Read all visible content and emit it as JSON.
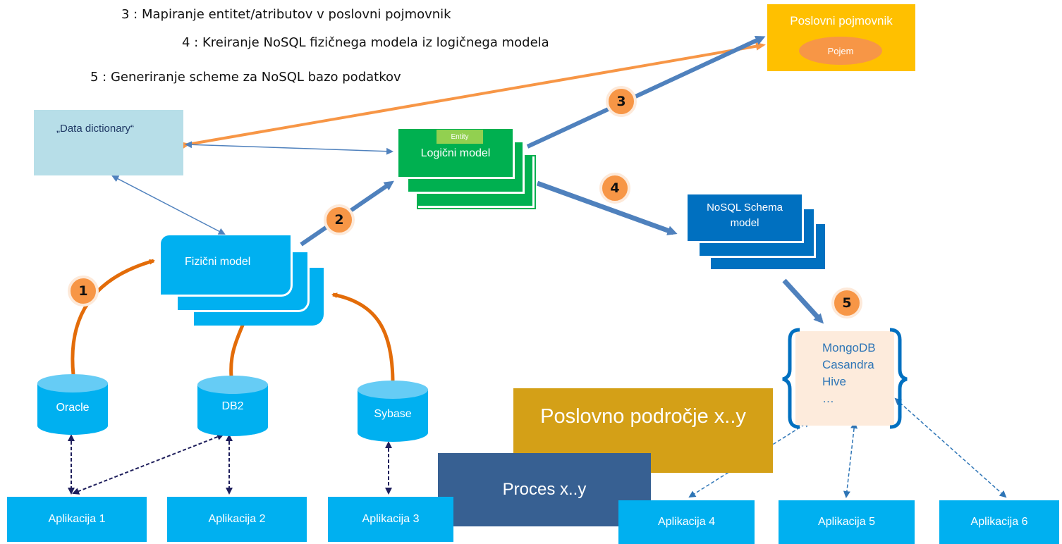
{
  "steps": {
    "s3": "3 : Mapiranje entitet/atributov v poslovni pojmovnik",
    "s4": "4 : Kreiranje NoSQL fizičnega modela iz logičnega modela",
    "s5": "5 : Generiranje scheme za NoSQL bazo podatkov"
  },
  "glossary": {
    "title": "Poslovni pojmovnik",
    "term": "Pojem"
  },
  "data_dictionary": "„Data dictionary“",
  "logical_model": {
    "label": "Logični model",
    "entity": "Entity"
  },
  "physical_model": "Fizični model",
  "nosql_model": "NoSQL Schema model",
  "nosql_targets": [
    "MongoDB",
    "Casandra",
    "Hive",
    "…"
  ],
  "databases": [
    "Oracle",
    "DB2",
    "Sybase"
  ],
  "business_area": "Poslovno področje x..y",
  "process": "Proces x..y",
  "apps": [
    "Aplikacija 1",
    "Aplikacija 2",
    "Aplikacija 3",
    "Aplikacija 4",
    "Aplikacija 5",
    "Aplikacija 6"
  ],
  "badges": [
    "1",
    "2",
    "3",
    "4",
    "5"
  ],
  "colors": {
    "orange": "#f79646",
    "dark_orange": "#e36c09",
    "steel_blue": "#4f81bd",
    "cyan": "#00b0f0",
    "green": "#00b050",
    "navy_blue": "#0070c0",
    "gold": "#ffc000",
    "mustard": "#d4a017",
    "slate": "#376092",
    "light_blue": "#b7dee8",
    "peach": "#fdebdc"
  }
}
